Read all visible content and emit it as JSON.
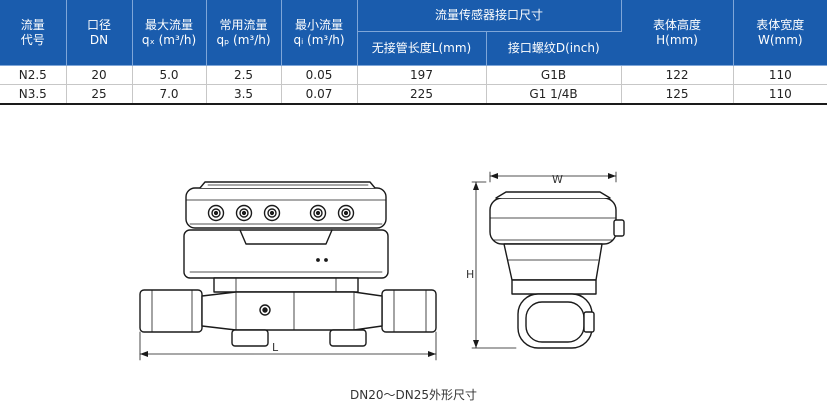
{
  "table": {
    "headers": {
      "flow_code": [
        "流量",
        "代号"
      ],
      "dn": [
        "口径",
        "DN"
      ],
      "max_flow": [
        "最大流量",
        "qₓ (m³/h)"
      ],
      "common_flow": [
        "常用流量",
        "qₚ (m³/h)"
      ],
      "min_flow": [
        "最小流量",
        "qᵢ (m³/h)"
      ],
      "sensor_group": "流量传感器接口尺寸",
      "length": "无接管长度L(mm)",
      "thread": "接口螺纹D(inch)",
      "height": [
        "表体高度",
        "H(mm)"
      ],
      "width": [
        "表体宽度",
        "W(mm)"
      ]
    },
    "rows": [
      [
        "N2.5",
        "20",
        "5.0",
        "2.5",
        "0.05",
        "197",
        "G1B",
        "122",
        "110"
      ],
      [
        "N3.5",
        "25",
        "7.0",
        "3.5",
        "0.07",
        "225",
        "G1  1/4B",
        "125",
        "110"
      ]
    ]
  },
  "drawing": {
    "dim_labels": {
      "length": "L",
      "height": "H",
      "width": "W"
    }
  },
  "caption": "DN20～DN25外形尺寸",
  "colors": {
    "header_bg": "#1a5cad",
    "header_text": "#ffffff",
    "line": "#1a1a1a"
  }
}
